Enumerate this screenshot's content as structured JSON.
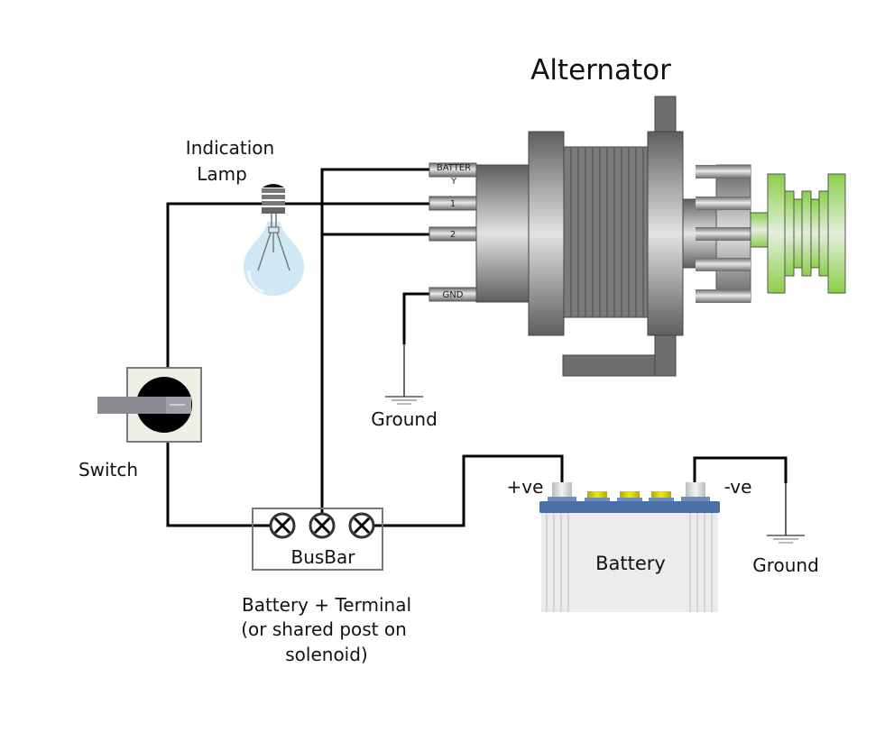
{
  "title": "Alternator",
  "labels": {
    "indication_lamp_line1": "Indication",
    "indication_lamp_line2": "Lamp",
    "switch": "Switch",
    "busbar": "BusBar",
    "note_line1": "Battery + Terminal",
    "note_line2": "(or shared post on",
    "note_line3": "solenoid)",
    "ground_alternator": "Ground",
    "ground_battery": "Ground",
    "battery": "Battery",
    "positive": "+ve",
    "negative": "-ve"
  },
  "alternator_terminals": [
    {
      "id": "battery",
      "label_line1": "BATTER",
      "label_line2": "Y"
    },
    {
      "id": "1",
      "label_line1": "1",
      "label_line2": ""
    },
    {
      "id": "2",
      "label_line1": "2",
      "label_line2": ""
    },
    {
      "id": "gnd",
      "label_line1": "GND",
      "label_line2": ""
    }
  ],
  "colors": {
    "wire": "#000000",
    "metal_dark": "#5f5f5f",
    "metal_light": "#e2e2e2",
    "pulley_green": "#8fd14f",
    "pulley_light": "#e6f0da",
    "bulb_glass": "#cfe8f3",
    "battery_lid": "#4a6fa5",
    "battery_body": "#eeeeee",
    "battery_cap": "#e0c800",
    "switch_face": "#efefe6",
    "switch_lever": "#8a8a92"
  }
}
